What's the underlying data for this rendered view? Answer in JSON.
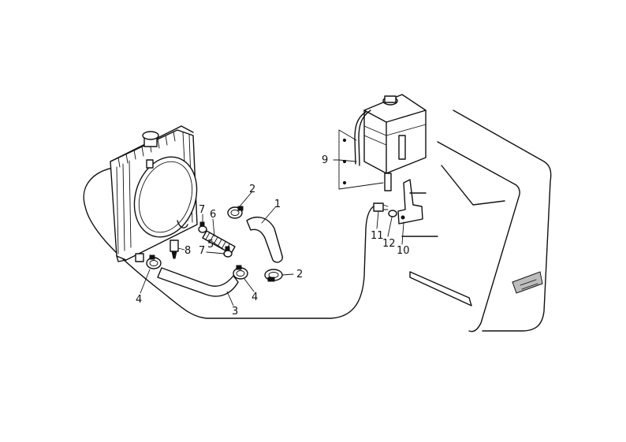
{
  "diagram": {
    "callouts": [
      {
        "id": "1",
        "label": "1"
      },
      {
        "id": "2a",
        "label": "2"
      },
      {
        "id": "2b",
        "label": "2"
      },
      {
        "id": "3",
        "label": "3"
      },
      {
        "id": "4a",
        "label": "4"
      },
      {
        "id": "4b",
        "label": "4"
      },
      {
        "id": "5",
        "label": "5"
      },
      {
        "id": "6",
        "label": "6"
      },
      {
        "id": "7a",
        "label": "7"
      },
      {
        "id": "7b",
        "label": "7"
      },
      {
        "id": "8",
        "label": "8"
      },
      {
        "id": "9",
        "label": "9"
      },
      {
        "id": "10",
        "label": "10"
      },
      {
        "id": "11",
        "label": "11"
      },
      {
        "id": "12",
        "label": "12"
      }
    ]
  }
}
